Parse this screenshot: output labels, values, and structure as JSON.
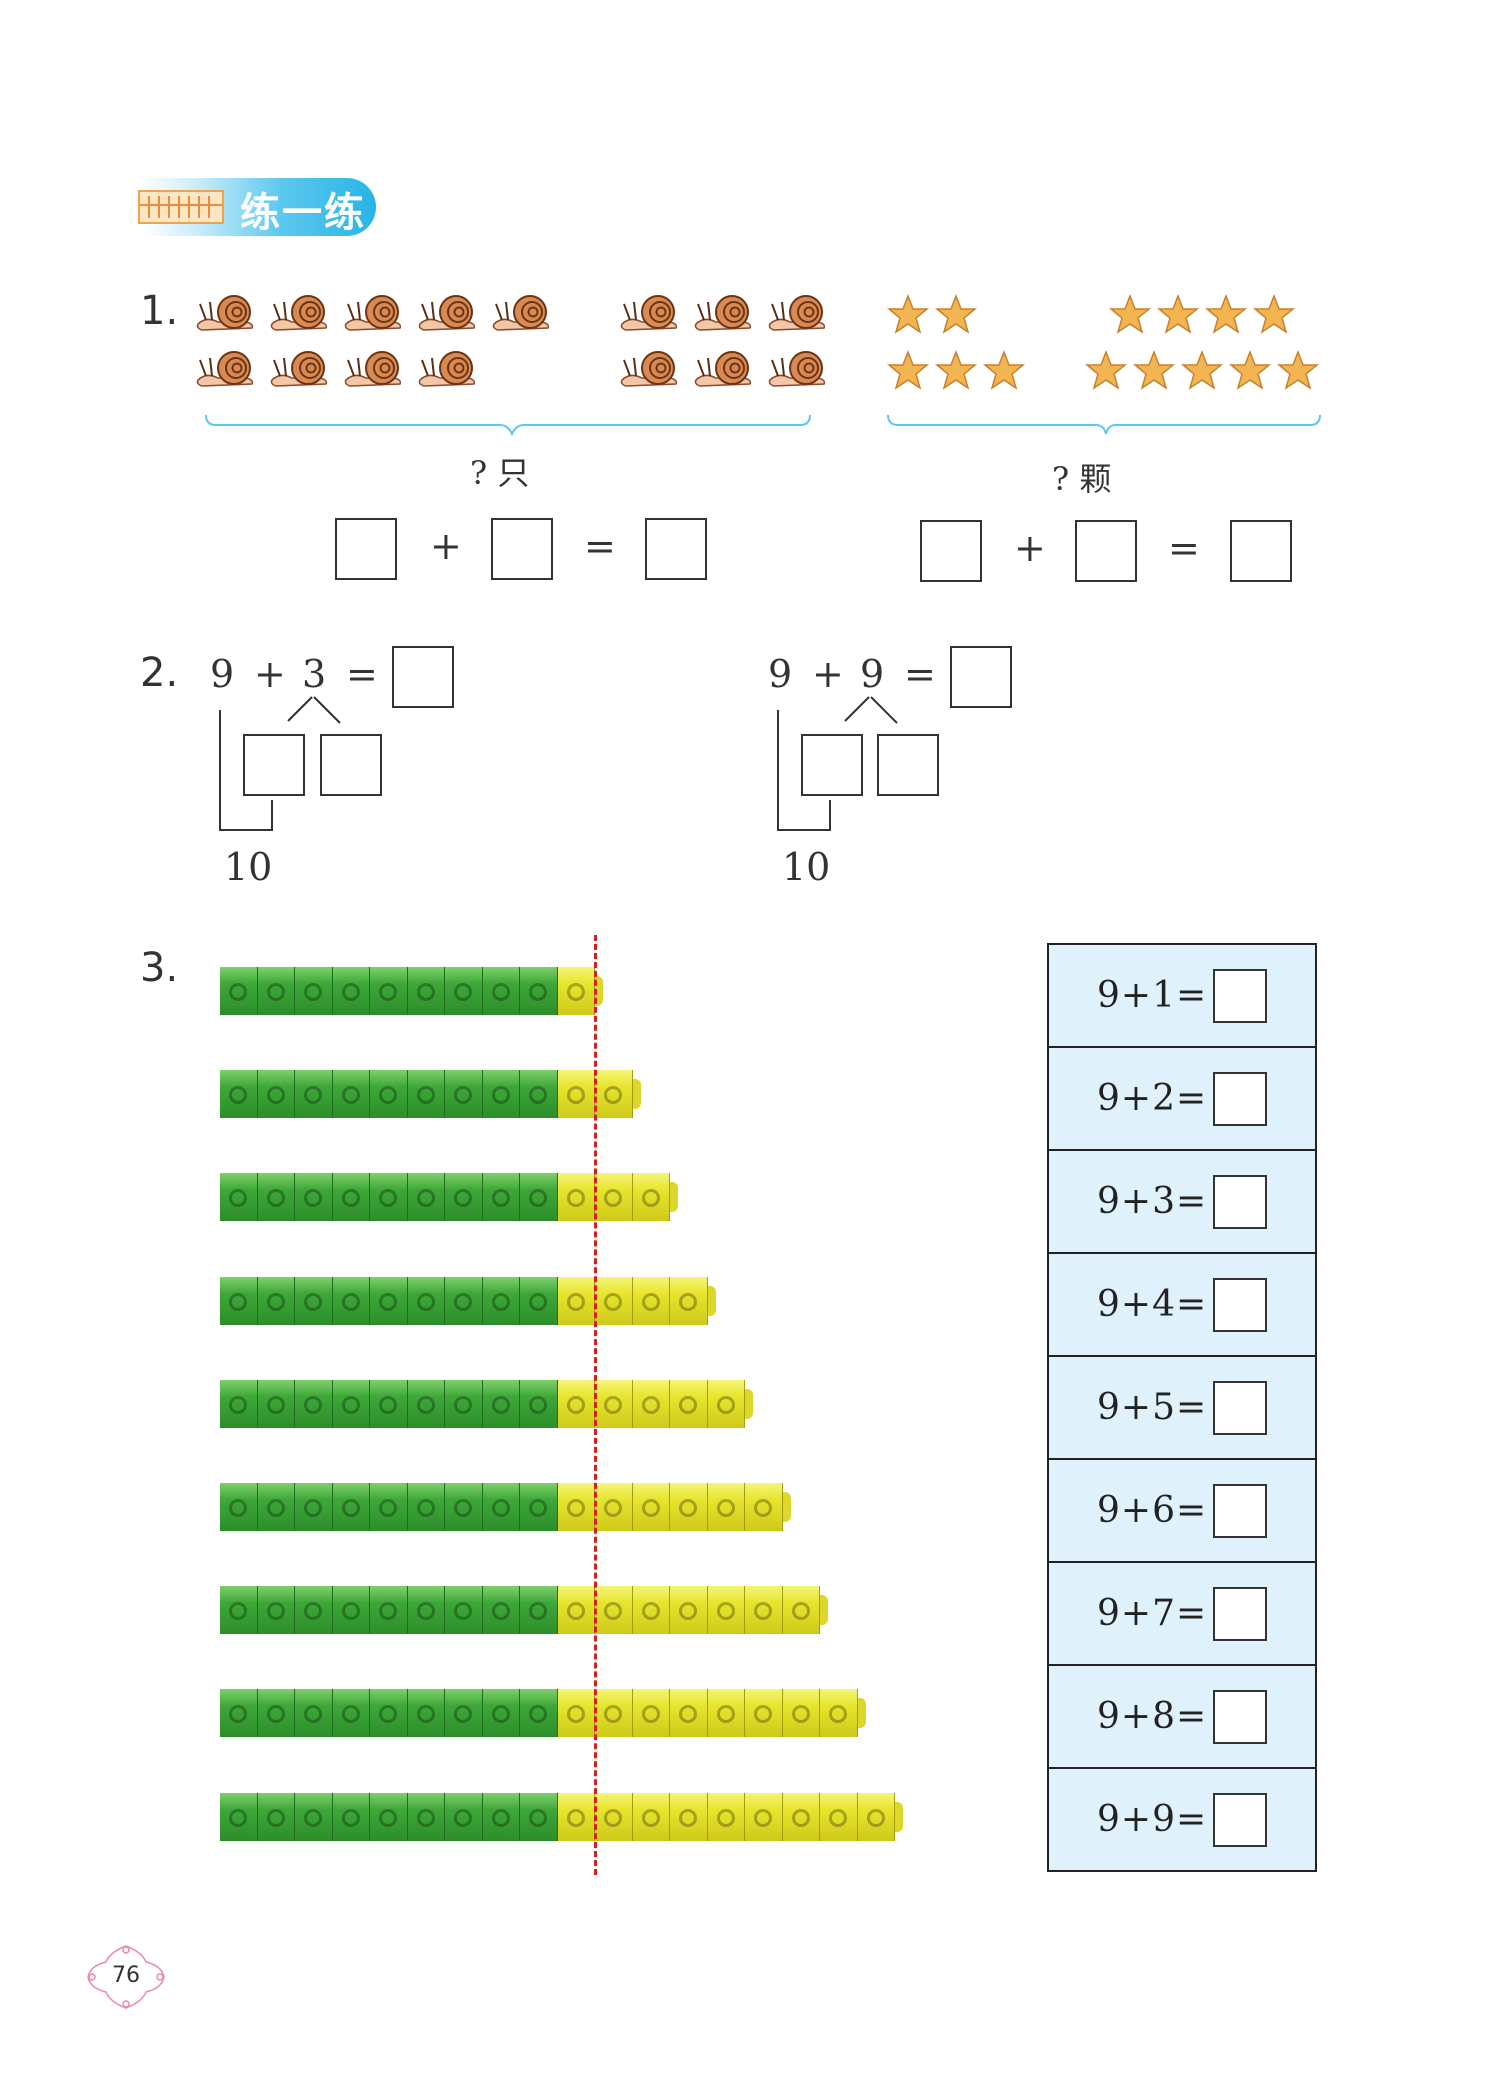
{
  "section_title": "练一练",
  "colors": {
    "banner": "#27b4e6",
    "green_cube": "#3da838",
    "yellow_cube": "#e7e52c",
    "table_fill": "#dff2fc",
    "red_line": "#d7201e"
  },
  "q1": {
    "number": "1.",
    "left_caption": "? 只",
    "right_caption": "? 颗",
    "plus": "+",
    "equals": "=",
    "left_group_a": {
      "icon": "snail-icon",
      "row1": 5,
      "row2": 4
    },
    "left_group_b": {
      "icon": "snail-icon",
      "row1": 3,
      "row2": 3
    },
    "right_group_a": {
      "icon": "star-icon",
      "row1": 2,
      "row2": 3
    },
    "right_group_b": {
      "icon": "star-icon",
      "row1": 4,
      "row2": 5
    }
  },
  "q2": {
    "number": "2.",
    "left": {
      "a": "9",
      "op": "+",
      "b": "3",
      "eq": "=",
      "ten": "10"
    },
    "right": {
      "a": "9",
      "op": "+",
      "b": "9",
      "eq": "=",
      "ten": "10"
    }
  },
  "q3": {
    "number": "3.",
    "green_count": 9,
    "yellow_counts": [
      1,
      2,
      3,
      4,
      5,
      6,
      7,
      8,
      9
    ],
    "expressions": [
      "9+1=",
      "9+2=",
      "9+3=",
      "9+4=",
      "9+5=",
      "9+6=",
      "9+7=",
      "9+8=",
      "9+9="
    ]
  },
  "page_number": "76"
}
